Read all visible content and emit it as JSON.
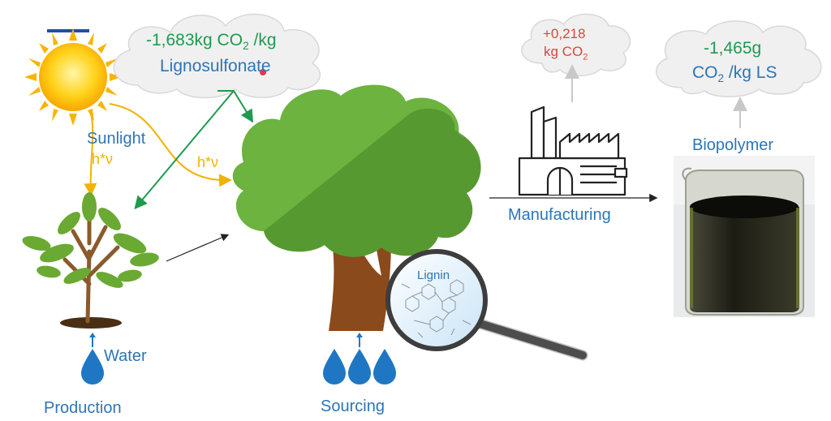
{
  "clouds": {
    "lignosulfonate": {
      "value": "-1,683kg CO",
      "value_sub": "2",
      "value_suffix": " /kg",
      "label": "Lignosulfonate",
      "value_color": "#1f9a4f",
      "label_color": "#2e75b6"
    },
    "manufacturing_emission": {
      "value": "+0,218",
      "unit": "kg CO",
      "unit_sub": "2",
      "color": "#d9473c"
    },
    "biopolymer": {
      "value": "-1,465g",
      "unit": "CO",
      "unit_sub": "2",
      "unit_suffix": " /kg LS",
      "value_color": "#1f9a4f",
      "unit_color": "#2e75b6"
    }
  },
  "labels": {
    "sunlight": "Sunlight",
    "h_nu_left": "h*ν",
    "h_nu_right": "h*ν",
    "water": "Water",
    "production": "Production",
    "sourcing": "Sourcing",
    "manufacturing": "Manufacturing",
    "biopolymer": "Biopolymer",
    "lignin": "Lignin"
  },
  "colors": {
    "text_blue": "#2e75b6",
    "sun_ray_arrow": "#f2b200",
    "co2_arrow": "#1f9a4f",
    "tree_canopy": "#6cb33f",
    "tree_trunk": "#8b4a1c",
    "water_drop": "#1f77c4"
  },
  "icons": [
    "sun-icon",
    "plant-icon",
    "water-drop-icon",
    "tree-icon",
    "magnifier-icon",
    "factory-icon",
    "beaker-icon",
    "cloud-icon"
  ]
}
